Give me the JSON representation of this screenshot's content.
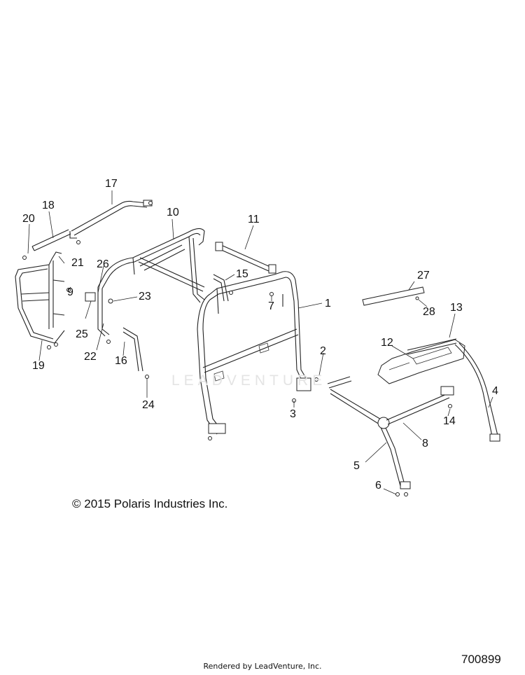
{
  "callouts": [
    {
      "num": "1"
    },
    {
      "num": "2"
    },
    {
      "num": "3"
    },
    {
      "num": "4"
    },
    {
      "num": "5"
    },
    {
      "num": "6"
    },
    {
      "num": "7"
    },
    {
      "num": "8"
    },
    {
      "num": "9"
    },
    {
      "num": "10"
    },
    {
      "num": "11"
    },
    {
      "num": "12"
    },
    {
      "num": "13"
    },
    {
      "num": "14"
    },
    {
      "num": "15"
    },
    {
      "num": "16"
    },
    {
      "num": "17"
    },
    {
      "num": "18"
    },
    {
      "num": "19"
    },
    {
      "num": "20"
    },
    {
      "num": "21"
    },
    {
      "num": "22"
    },
    {
      "num": "23"
    },
    {
      "num": "24"
    },
    {
      "num": "25"
    },
    {
      "num": "26"
    },
    {
      "num": "27"
    },
    {
      "num": "28"
    }
  ],
  "copyright": "© 2015 Polaris Industries Inc.",
  "rendered_by": "Rendered by LeadVenture, Inc.",
  "diagram_id": "700899",
  "watermark": "LEADVENTURE"
}
